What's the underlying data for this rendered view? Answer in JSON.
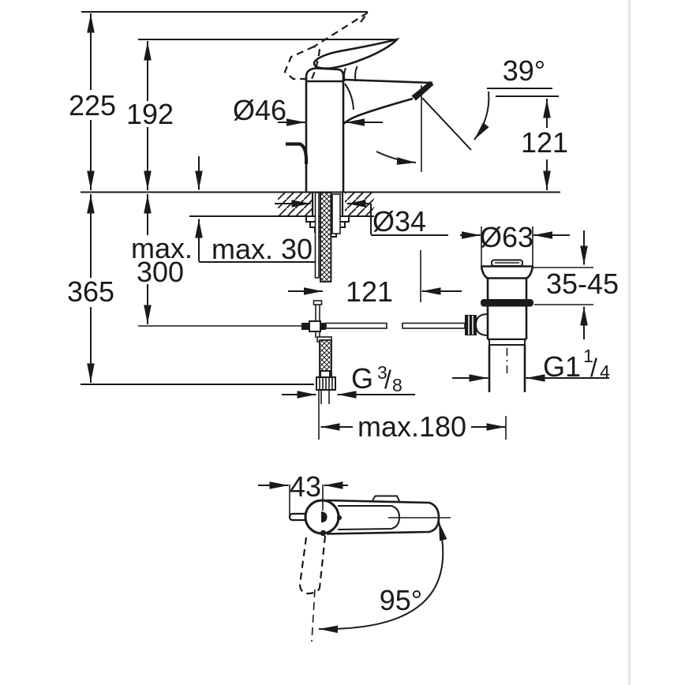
{
  "drawing": {
    "type": "technical-dimension-drawing",
    "subject": "single-lever basin mixer with pop-up waste, side view and top view",
    "unit": "mm",
    "colors": {
      "line": "#1a1a1a",
      "background": "#ffffff",
      "frame": "#d8d8d8"
    },
    "labels": {
      "total_height": "225",
      "height_to_lever": "192",
      "body_diameter": "Ø46",
      "aerator_angle": "39°",
      "spout_height": "121",
      "shank_diameter": "Ø34",
      "max_deck_thickness": "max. 30",
      "max_prefix": "max.",
      "max_rod_depth": "300",
      "hose_length": "365",
      "spout_reach": "121",
      "waste_flange_diameter": "Ø63",
      "waste_deck_range": "35-45",
      "waste_thread": {
        "base": "G1",
        "numerator": "1",
        "slash": "/",
        "denominator": "4"
      },
      "supply_thread": {
        "base": "G",
        "numerator": "3",
        "slash": "/",
        "denominator": "8"
      },
      "max_rod_reach": "max.180",
      "spout_offset": "43",
      "swivel_angle": "95°"
    }
  }
}
